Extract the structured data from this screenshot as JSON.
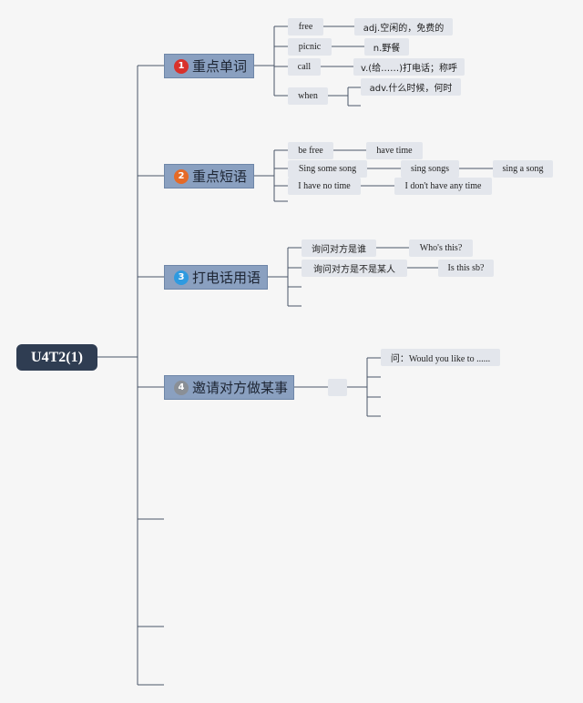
{
  "root": {
    "label": "U4T2(1)"
  },
  "branches": [
    {
      "badge": "1",
      "label": "重点单词",
      "badge_color": "#d9312b"
    },
    {
      "badge": "2",
      "label": "重点短语",
      "badge_color": "#e56a27"
    },
    {
      "badge": "3",
      "label": "打电话用语",
      "badge_color": "#2e9ae0"
    },
    {
      "badge": "4",
      "label": "邀请对方做某事",
      "badge_color": "#8a8f96"
    }
  ],
  "words": [
    {
      "word": "free",
      "meaning": "adj.空闲的，免费的"
    },
    {
      "word": "picnic",
      "meaning": "n.野餐"
    },
    {
      "word": "call",
      "meaning": "v.(给……)打电话；称呼"
    },
    {
      "word": "when",
      "meaning": "adv.什么时候，何时"
    }
  ],
  "phrases": [
    {
      "phrase": "be free",
      "answer": "have time"
    },
    {
      "phrase": "Sing some song",
      "answer": "sing songs",
      "extra": "sing a song"
    },
    {
      "phrase": "I have no time",
      "answer": "I don't have any time"
    }
  ],
  "phone": [
    {
      "ask": "询问对方是谁",
      "answer": "Who's this?"
    },
    {
      "ask": "询问对方是不是某人",
      "answer": "Is this sb?"
    }
  ],
  "invite": {
    "item": "问：Would you like to ......"
  },
  "colors": {
    "root": "#2f3d52",
    "branch": "#8aa0c0",
    "leaf": "#e3e6ec",
    "line": "#4a5568"
  }
}
